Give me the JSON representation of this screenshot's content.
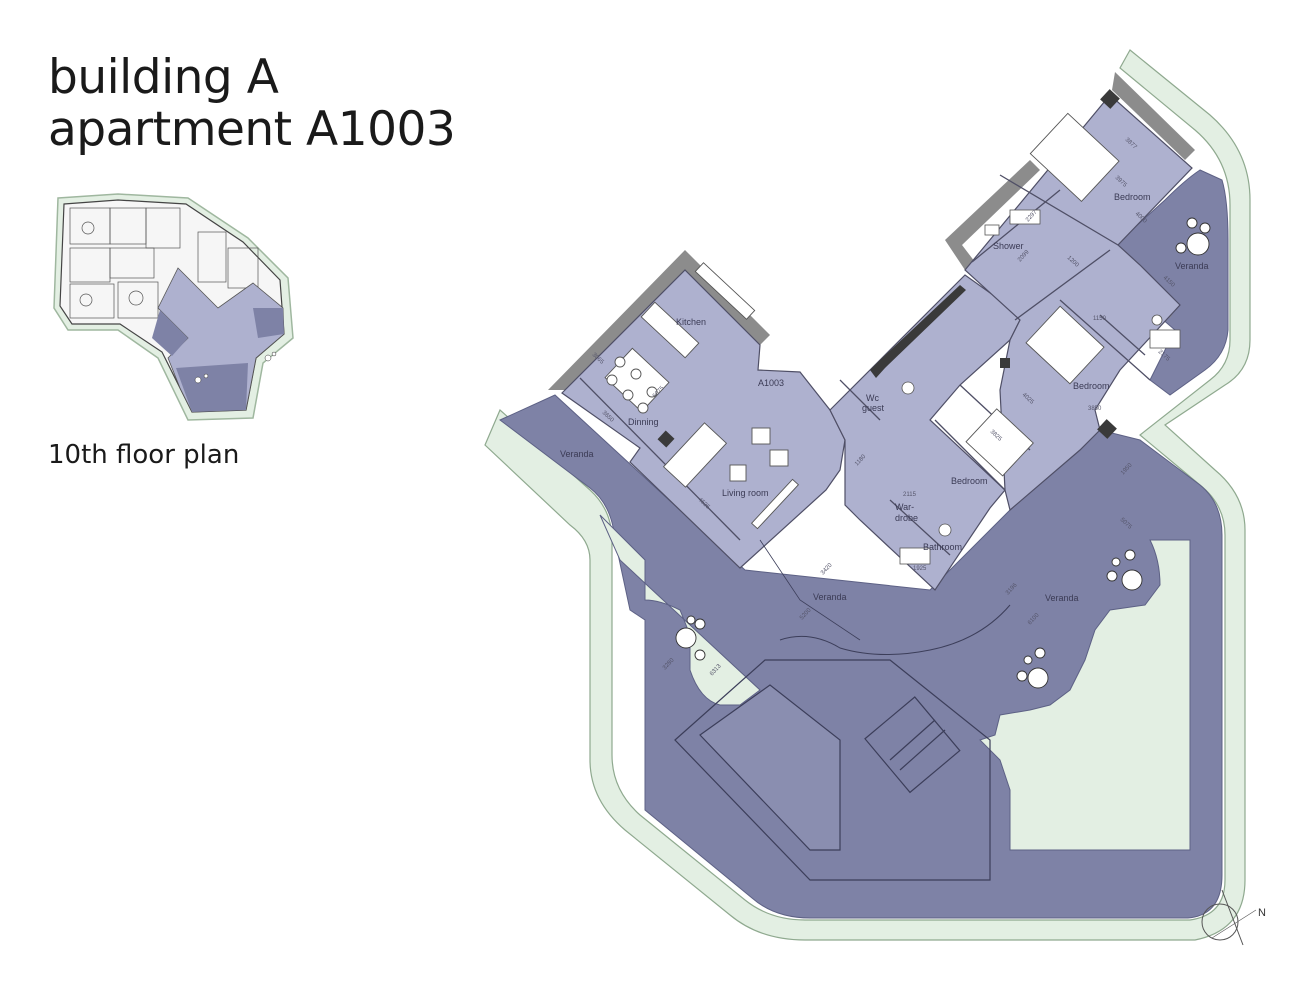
{
  "header": {
    "building": "building A",
    "apartment": "apartment A1003"
  },
  "floor_label": "10th floor plan",
  "rooms": {
    "kitchen": "Kitchen",
    "dinning": "Dinning",
    "living": "Living  room",
    "unit": "A1003",
    "wc_1": "Wc",
    "wc_2": "guest",
    "bedroom_top": "Bedroom",
    "shower": "Shower",
    "bedroom_mid": "Bedroom",
    "bedroom_center": "Bedroom",
    "wardrobe_1": "War-",
    "wardrobe_2": "drobe",
    "bathroom": "Bathroom",
    "veranda_left": "Veranda",
    "veranda_center": "Veranda",
    "veranda_right": "Veranda",
    "veranda_top_right": "Veranda"
  },
  "dimensions": {
    "d1": "3877",
    "d2": "3975",
    "d3": "2297",
    "d4": "2099",
    "d5": "1200",
    "d6": "4000",
    "d7": "4150",
    "d8": "1150",
    "d9": "2175",
    "d10": "3850",
    "d11": "4025",
    "d12": "3825",
    "d13": "3065",
    "d14": "3650",
    "d15": "5075",
    "d16": "4525",
    "d17": "1180",
    "d18": "2115",
    "d19": "1925",
    "d20": "3420",
    "d21": "5200",
    "d22": "6313",
    "d23": "3280",
    "d24": "6100",
    "d25": "5075",
    "d26": "1950",
    "d27": "3196"
  },
  "compass": {
    "north": "N"
  },
  "colors": {
    "interior": "#aeb1cf",
    "veranda": "#7e82a6",
    "greenery": "#e3efe3",
    "wall": "#8c8c8c",
    "wall_dark": "#3a3a3a"
  }
}
